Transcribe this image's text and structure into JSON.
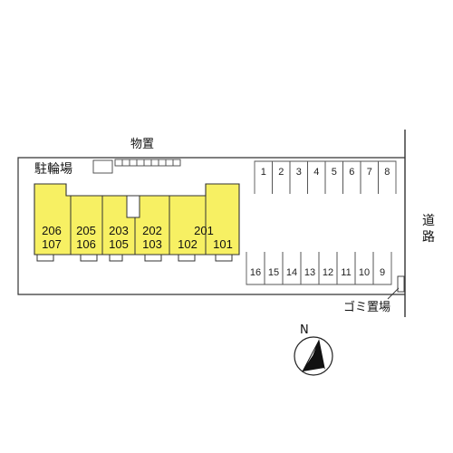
{
  "labels": {
    "storage": "物置",
    "bicycle_parking": "駐輪場",
    "road": "道路",
    "road_char1": "道",
    "road_char2": "路",
    "garbage": "ゴミ置場",
    "north": "N"
  },
  "units": {
    "u206": "206",
    "u107": "107",
    "u205": "205",
    "u106": "106",
    "u203": "203",
    "u105": "105",
    "u202": "202",
    "u103": "103",
    "u201": "201",
    "u102": "102",
    "u101": "101"
  },
  "parking_top": [
    "1",
    "2",
    "3",
    "4",
    "5",
    "6",
    "7",
    "8"
  ],
  "parking_bottom": [
    "16",
    "15",
    "14",
    "13",
    "12",
    "11",
    "10",
    "9"
  ],
  "colors": {
    "building_fill": "#f7f063",
    "outline": "#333333",
    "ground": "#ffffff"
  }
}
